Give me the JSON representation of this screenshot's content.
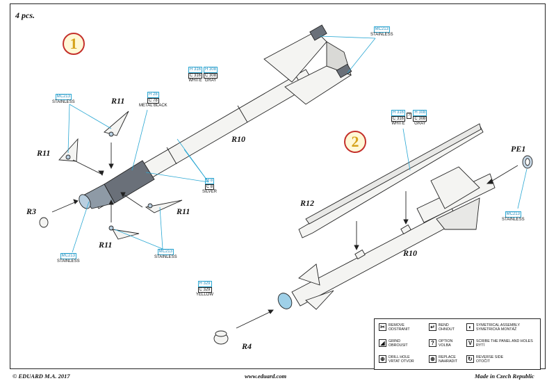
{
  "sheet": {
    "quantity": "4 pcs.",
    "step1": "1",
    "step2": "2",
    "footer_left": "© EDUARD  M.A. 2017",
    "footer_center": "www.eduard.com",
    "footer_right": "Made in Czech Republic"
  },
  "parts": {
    "r11_a": "R11",
    "r11_b": "R11",
    "r11_c": "R11",
    "r11_d": "R11",
    "r3": "R3",
    "r10_a": "R10",
    "r10_b": "R10",
    "r12": "R12",
    "pe1": "PE1",
    "r4": "R4"
  },
  "paints": {
    "mc213_top": {
      "code": "MC213",
      "name": "STAINLESS"
    },
    "mc213_left": {
      "code": "MC213",
      "name": "STAINLESS"
    },
    "mc213_bottom_left": {
      "code": "MC213",
      "name": "STAINLESS"
    },
    "mc213_bottom_mid": {
      "code": "MC213",
      "name": "STAINLESS"
    },
    "mc213_right": {
      "code": "MC213",
      "name": "STAINLESS"
    },
    "h28": {
      "code1": "H 28",
      "code2": "C 78",
      "name": "METAL BLACK"
    },
    "h8": {
      "code1": "H 8",
      "code2": "C 8",
      "name": "SILVER"
    },
    "h329": {
      "code1": "H 329",
      "code2": "C 329",
      "name": "YELLOW"
    },
    "white_gray_1": {
      "h_white": "H 316",
      "c_white": "C 316",
      "white": "WHITE",
      "h_gray": "H 308",
      "c_gray": "C 308",
      "gray": "GRAY"
    },
    "white_gray_2": {
      "h_white": "H 316",
      "c_white": "C 316",
      "white": "WHITE",
      "option": "?",
      "h_gray": "H 308",
      "c_gray": "C 308",
      "gray": "GRAY"
    }
  },
  "legend": {
    "remove": [
      "REMOVE",
      "ODSTRANIT"
    ],
    "bend": [
      "BEND",
      "OHNOUT"
    ],
    "symmetrical": [
      "SYMETRICAL ASSEMBLY",
      "SYMETRICKÁ MONTÁŽ"
    ],
    "grind": [
      "GRIND",
      "OBROUSIT"
    ],
    "option": [
      "OPTION",
      "VOLBA"
    ],
    "scribe": [
      "SCRIBE THE PANEL AND HOLES",
      "RYTÍ"
    ],
    "drill": [
      "DRILL HOLE",
      "VRTAT OTVOR"
    ],
    "replace": [
      "REPLACE",
      "NAHRADIT"
    ],
    "reverse": [
      "REVERSE SIDE",
      "OTOČIT"
    ]
  },
  "colors": {
    "paint_code_blue": "#29a7d3",
    "step_ring_red": "#c4302b",
    "step_digit_yellow": "#d5a21a",
    "stainless": "#c7d8e6",
    "metal_black": "#555a62",
    "yellow_nose": "#9fd0e8"
  }
}
